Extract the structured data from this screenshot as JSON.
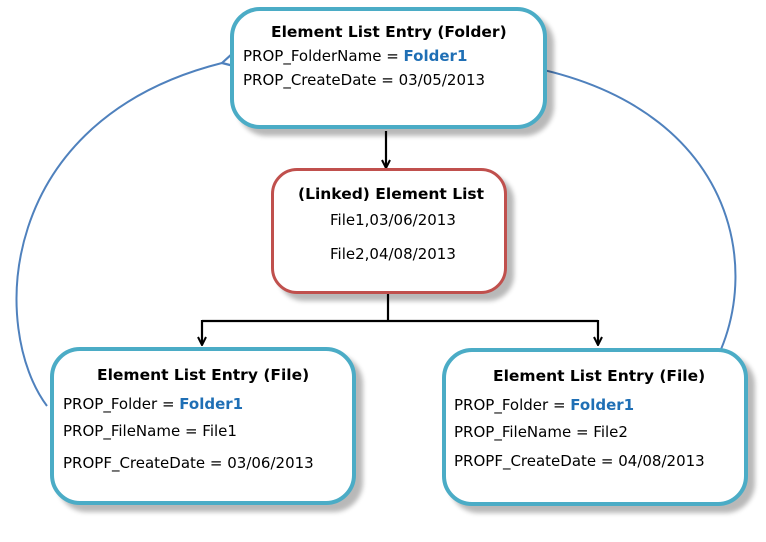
{
  "colors": {
    "box_border": "#4bacc6",
    "list_border": "#c0504d",
    "curve_arrow": "#4f81bd",
    "tree_arrow": "#000000",
    "highlight_text": "#1f6fb5"
  },
  "folder_entry": {
    "title": "Element List Entry (Folder)",
    "folder_name_label": "PROP_FolderName = ",
    "folder_name_value": "Folder1",
    "create_date_label": "PROP_CreateDate = 03/05/2013"
  },
  "element_list": {
    "title": "(Linked) Element List",
    "items": [
      "File1,03/06/2013",
      "File2,04/08/2013"
    ]
  },
  "file_entries": [
    {
      "title": "Element List Entry (File)",
      "folder_label": "PROP_Folder = ",
      "folder_value": "Folder1",
      "file_name": "PROP_FileName = File1",
      "create_date": "PROPF_CreateDate = 03/06/2013"
    },
    {
      "title": "Element List Entry (File)",
      "folder_label": "PROP_Folder = ",
      "folder_value": "Folder1",
      "file_name": "PROP_FileName = File2",
      "create_date": "PROPF_CreateDate = 04/08/2013"
    }
  ]
}
